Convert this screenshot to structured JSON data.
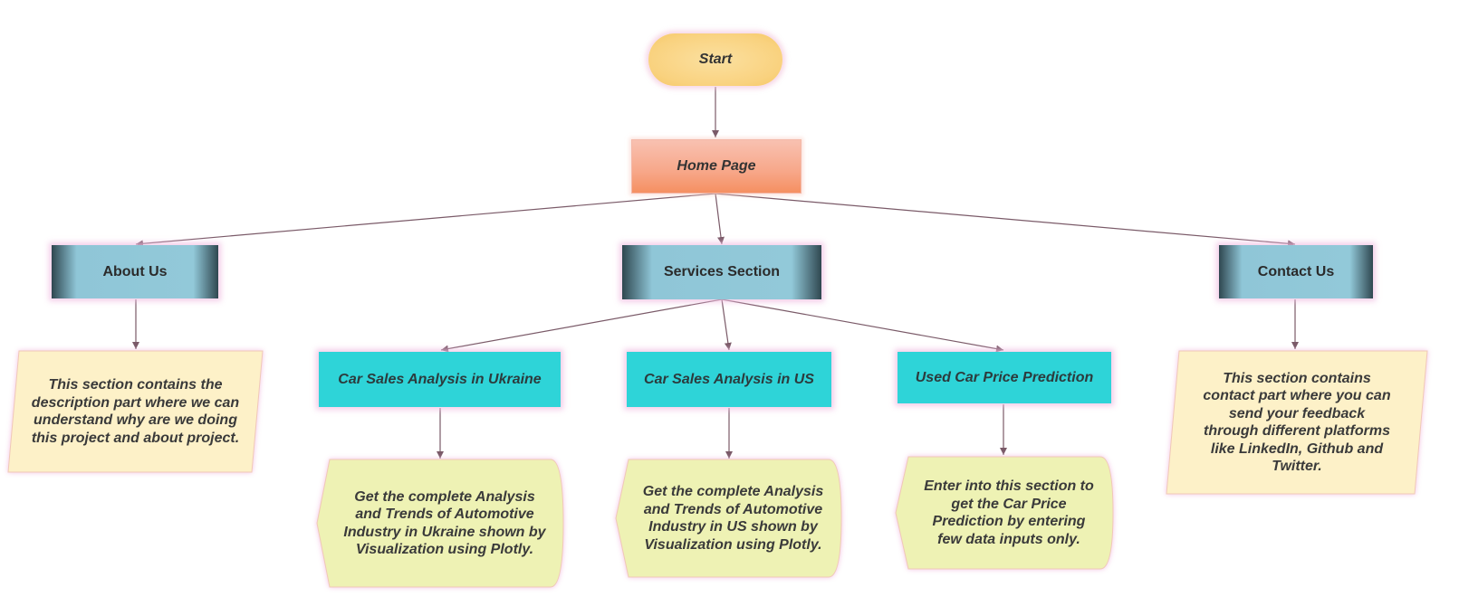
{
  "nodes": {
    "start": "Start",
    "home": "Home Page",
    "about": "About Us",
    "services": "Services Section",
    "contact": "Contact Us",
    "ukraine": "Car Sales Analysis in Ukraine",
    "us": "Car Sales Analysis in US",
    "used": "Used Car Price Prediction"
  },
  "descriptions": {
    "about": [
      "This section contains the",
      "description part where",
      "we can understand why",
      "are we doing this project",
      "and about project."
    ],
    "contact": [
      "This section contains",
      "contact part where you",
      "can send your feedback",
      "through different",
      "platforms like LinkedIn,",
      "Github and Twitter."
    ],
    "ukraine": [
      "Get the complete Analysis",
      "and Trends of Automotive",
      "Industry in Ukraine shown",
      "by Visualization using",
      "Plotly."
    ],
    "us": [
      "Get the complete Analysis",
      "and Trends of Automotive",
      "Industry in US shown by",
      "Visualization using Plotly."
    ],
    "used": [
      "Enter into this section to",
      "get the Car Price",
      "Prediction by entering",
      "few data inputs only."
    ]
  },
  "colors": {
    "edge": "#7a5a68",
    "description_fill": "#fdf1c8",
    "display_fill": "#eef2b4",
    "glow": "#f2bde0"
  }
}
